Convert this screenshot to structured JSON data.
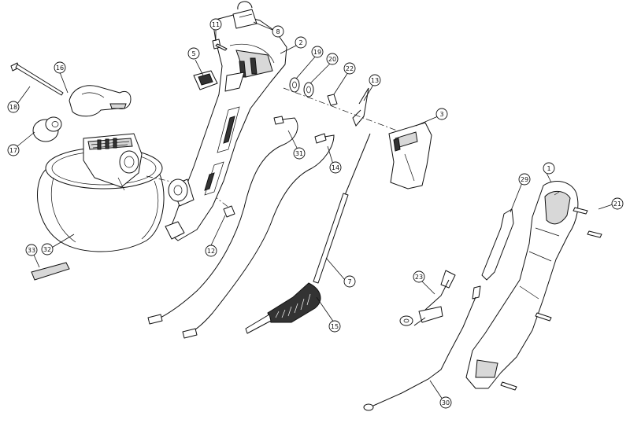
{
  "diagram": {
    "type": "exploded-parts-view",
    "callouts": [
      {
        "id": "c1",
        "label": "1"
      },
      {
        "id": "c2",
        "label": "2"
      },
      {
        "id": "c3",
        "label": "3"
      },
      {
        "id": "c5",
        "label": "5"
      },
      {
        "id": "c7",
        "label": "7"
      },
      {
        "id": "c8",
        "label": "8"
      },
      {
        "id": "c11",
        "label": "11"
      },
      {
        "id": "c12",
        "label": "12"
      },
      {
        "id": "c13",
        "label": "13"
      },
      {
        "id": "c14",
        "label": "14"
      },
      {
        "id": "c15",
        "label": "15"
      },
      {
        "id": "c16",
        "label": "16"
      },
      {
        "id": "c17",
        "label": "17"
      },
      {
        "id": "c18",
        "label": "18"
      },
      {
        "id": "c19",
        "label": "19"
      },
      {
        "id": "c20",
        "label": "20"
      },
      {
        "id": "c21",
        "label": "21"
      },
      {
        "id": "c22",
        "label": "22"
      },
      {
        "id": "c23",
        "label": "23"
      },
      {
        "id": "c29",
        "label": "29"
      },
      {
        "id": "c30",
        "label": "30"
      },
      {
        "id": "c31",
        "label": "31"
      },
      {
        "id": "c32",
        "label": "32"
      },
      {
        "id": "c33",
        "label": "33"
      }
    ]
  }
}
